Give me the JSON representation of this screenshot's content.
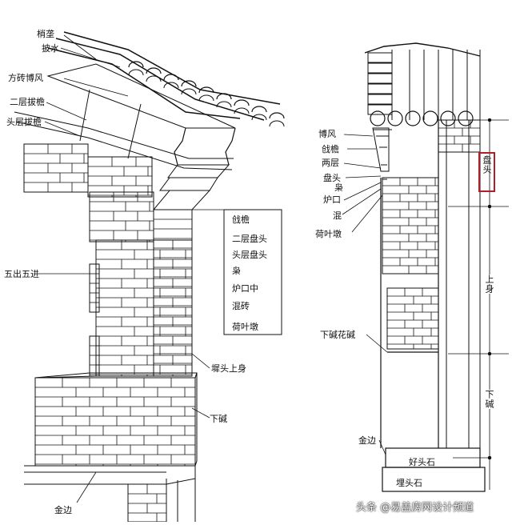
{
  "left_labels": {
    "shao_long": "梢垄",
    "pi_shui": "披水",
    "fang_zhuan_bo_feng": "方砖博风",
    "er_ceng_ba_yan": "二层拔檐",
    "tou_ceng_ba_yan": "头层拔檐",
    "wu_chu_wu_jin": "五出五进",
    "xi_tou_shang_shen": "墀头上身",
    "xia_jian": "下碱",
    "jin_bian": "金边"
  },
  "left_legend": [
    "戗檐",
    "二层盘头",
    "头层盘头",
    "枭",
    "炉口中",
    "混砖",
    "荷叶墩"
  ],
  "right_labels": {
    "bo_feng": "博风",
    "qiang_yan": "戗檐",
    "liang_ceng": "两层",
    "pan_tou_xiao": "盘头",
    "xiao": "枭",
    "lu_kou": "炉口",
    "hun": "混",
    "he_ye_dun": "荷叶墩",
    "xia_jian_hua_jian": "下碱花碱",
    "jin_bian": "金边",
    "hao_tou_shi": "好头石",
    "mai_tou_shi": "埋头石",
    "pan_tou_v": "盘头",
    "shang_shen_v": "上身",
    "xia_jian_v": "下碱"
  },
  "watermark": "头条 @易盖房网设计频道",
  "colors": {
    "ink": "#111111",
    "highlight_box": "#b01e2a"
  }
}
